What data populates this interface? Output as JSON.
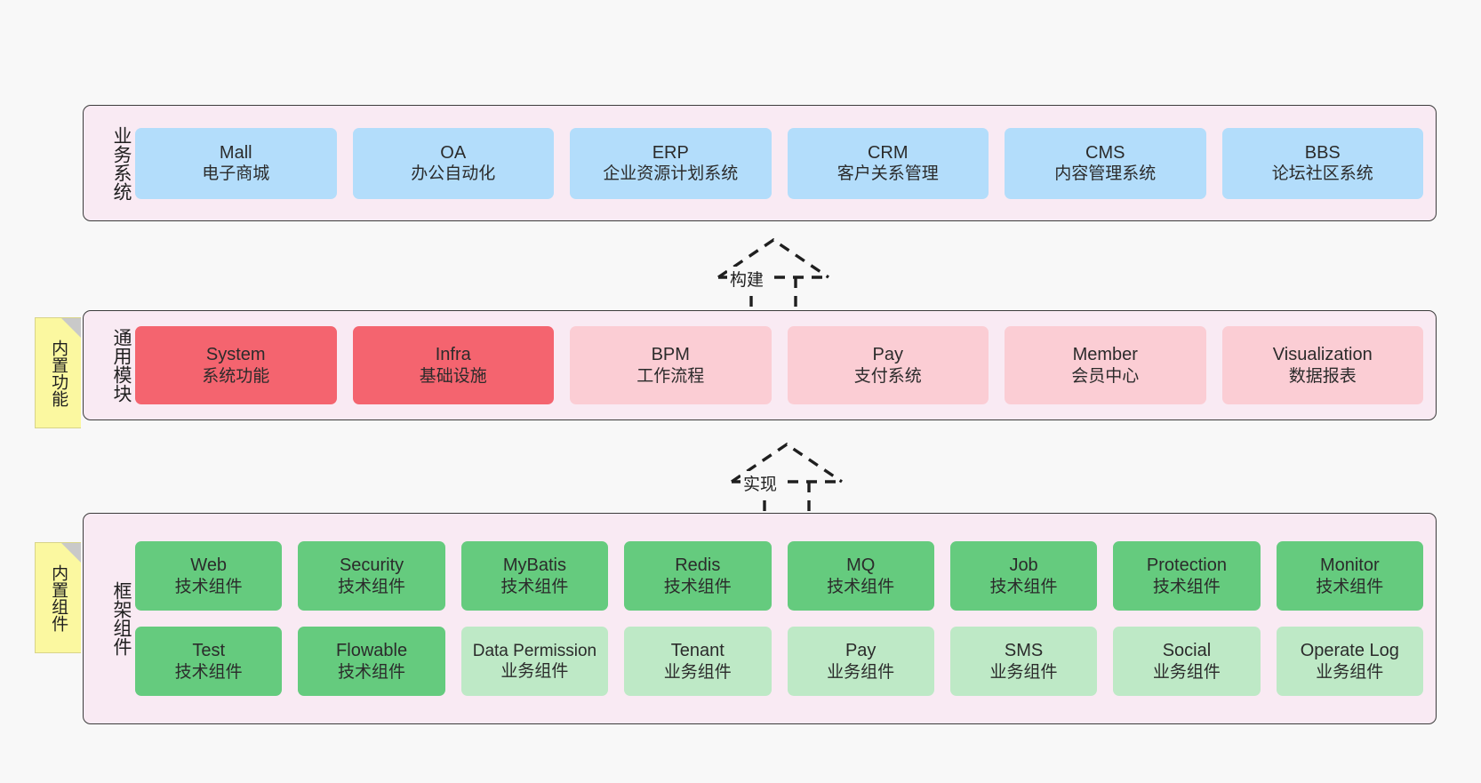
{
  "diagram": {
    "title": "ruoyi-vue-pro architecture layers",
    "background": "#f8f8f8",
    "panel_fill": "#f9eaf3",
    "panel_border": "#3c3c3c",
    "note_fill": "#fbf8a0"
  },
  "layers": [
    {
      "id": "business-systems",
      "label": "业务系统",
      "note": null,
      "color": "#b3ddfb",
      "rows": [
        {
          "items": [
            {
              "name": "Mall",
              "desc": "电子商城",
              "style": "blue"
            },
            {
              "name": "OA",
              "desc": "办公自动化",
              "style": "blue"
            },
            {
              "name": "ERP",
              "desc": "企业资源计划系统",
              "style": "blue"
            },
            {
              "name": "CRM",
              "desc": "客户关系管理",
              "style": "blue"
            },
            {
              "name": "CMS",
              "desc": "内容管理系统",
              "style": "blue"
            },
            {
              "name": "BBS",
              "desc": "论坛社区系统",
              "style": "blue"
            }
          ]
        }
      ]
    },
    {
      "id": "common-modules",
      "label": "通用模块",
      "note": "内置功能",
      "color": "#f4646f",
      "rows": [
        {
          "items": [
            {
              "name": "System",
              "desc": "系统功能",
              "style": "red"
            },
            {
              "name": "Infra",
              "desc": "基础设施",
              "style": "red"
            },
            {
              "name": "BPM",
              "desc": "工作流程",
              "style": "pink"
            },
            {
              "name": "Pay",
              "desc": "支付系统",
              "style": "pink"
            },
            {
              "name": "Member",
              "desc": "会员中心",
              "style": "pink"
            },
            {
              "name": "Visualization",
              "desc": "数据报表",
              "style": "pink"
            }
          ]
        }
      ]
    },
    {
      "id": "framework-components",
      "label": "框架组件",
      "note": "内置组件",
      "color": "#65cb7e",
      "rows": [
        {
          "items": [
            {
              "name": "Web",
              "desc": "技术组件",
              "style": "green"
            },
            {
              "name": "Security",
              "desc": "技术组件",
              "style": "green"
            },
            {
              "name": "MyBatis",
              "desc": "技术组件",
              "style": "green"
            },
            {
              "name": "Redis",
              "desc": "技术组件",
              "style": "green"
            },
            {
              "name": "MQ",
              "desc": "技术组件",
              "style": "green"
            },
            {
              "name": "Job",
              "desc": "技术组件",
              "style": "green"
            },
            {
              "name": "Protection",
              "desc": "技术组件",
              "style": "green"
            },
            {
              "name": "Monitor",
              "desc": "技术组件",
              "style": "green"
            }
          ]
        },
        {
          "items": [
            {
              "name": "Test",
              "desc": "技术组件",
              "style": "green"
            },
            {
              "name": "Flowable",
              "desc": "技术组件",
              "style": "green"
            },
            {
              "name": "Data Permission",
              "desc": "业务组件",
              "style": "lgreen"
            },
            {
              "name": "Tenant",
              "desc": "业务组件",
              "style": "lgreen"
            },
            {
              "name": "Pay",
              "desc": "业务组件",
              "style": "lgreen"
            },
            {
              "name": "SMS",
              "desc": "业务组件",
              "style": "lgreen"
            },
            {
              "name": "Social",
              "desc": "业务组件",
              "style": "lgreen"
            },
            {
              "name": "Operate Log",
              "desc": "业务组件",
              "style": "lgreen"
            }
          ]
        }
      ]
    }
  ],
  "connectors": [
    {
      "id": "build",
      "label": "构建",
      "from": "common-modules",
      "to": "business-systems",
      "style": "dashed-generalization"
    },
    {
      "id": "implement",
      "label": "实现",
      "from": "framework-components",
      "to": "common-modules",
      "style": "dashed-generalization"
    }
  ]
}
